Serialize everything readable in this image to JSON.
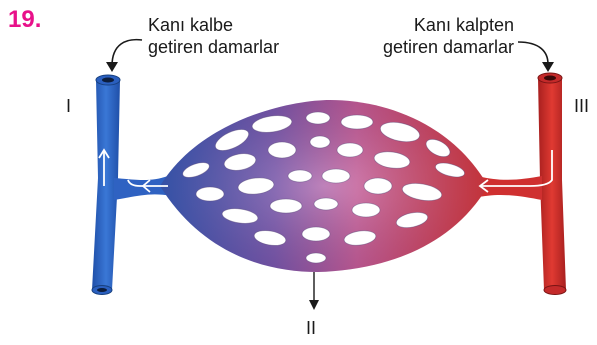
{
  "question_number": "19.",
  "captions": {
    "to_heart": [
      "Kanı kalbe",
      "getiren damarlar"
    ],
    "from_heart": [
      "Kanı kalpten",
      "getiren damarlar"
    ]
  },
  "vessel_labels": {
    "vein": "I",
    "capillaries": "II",
    "artery": "III"
  },
  "colors": {
    "number": "#e8118a",
    "vein": "#2a5fbf",
    "artery": "#c42a2a",
    "capillary_mid": "#9a4f9a"
  },
  "icons": [
    "curved-arrow-icon",
    "down-arrow-icon",
    "flow-arrow-icon"
  ]
}
